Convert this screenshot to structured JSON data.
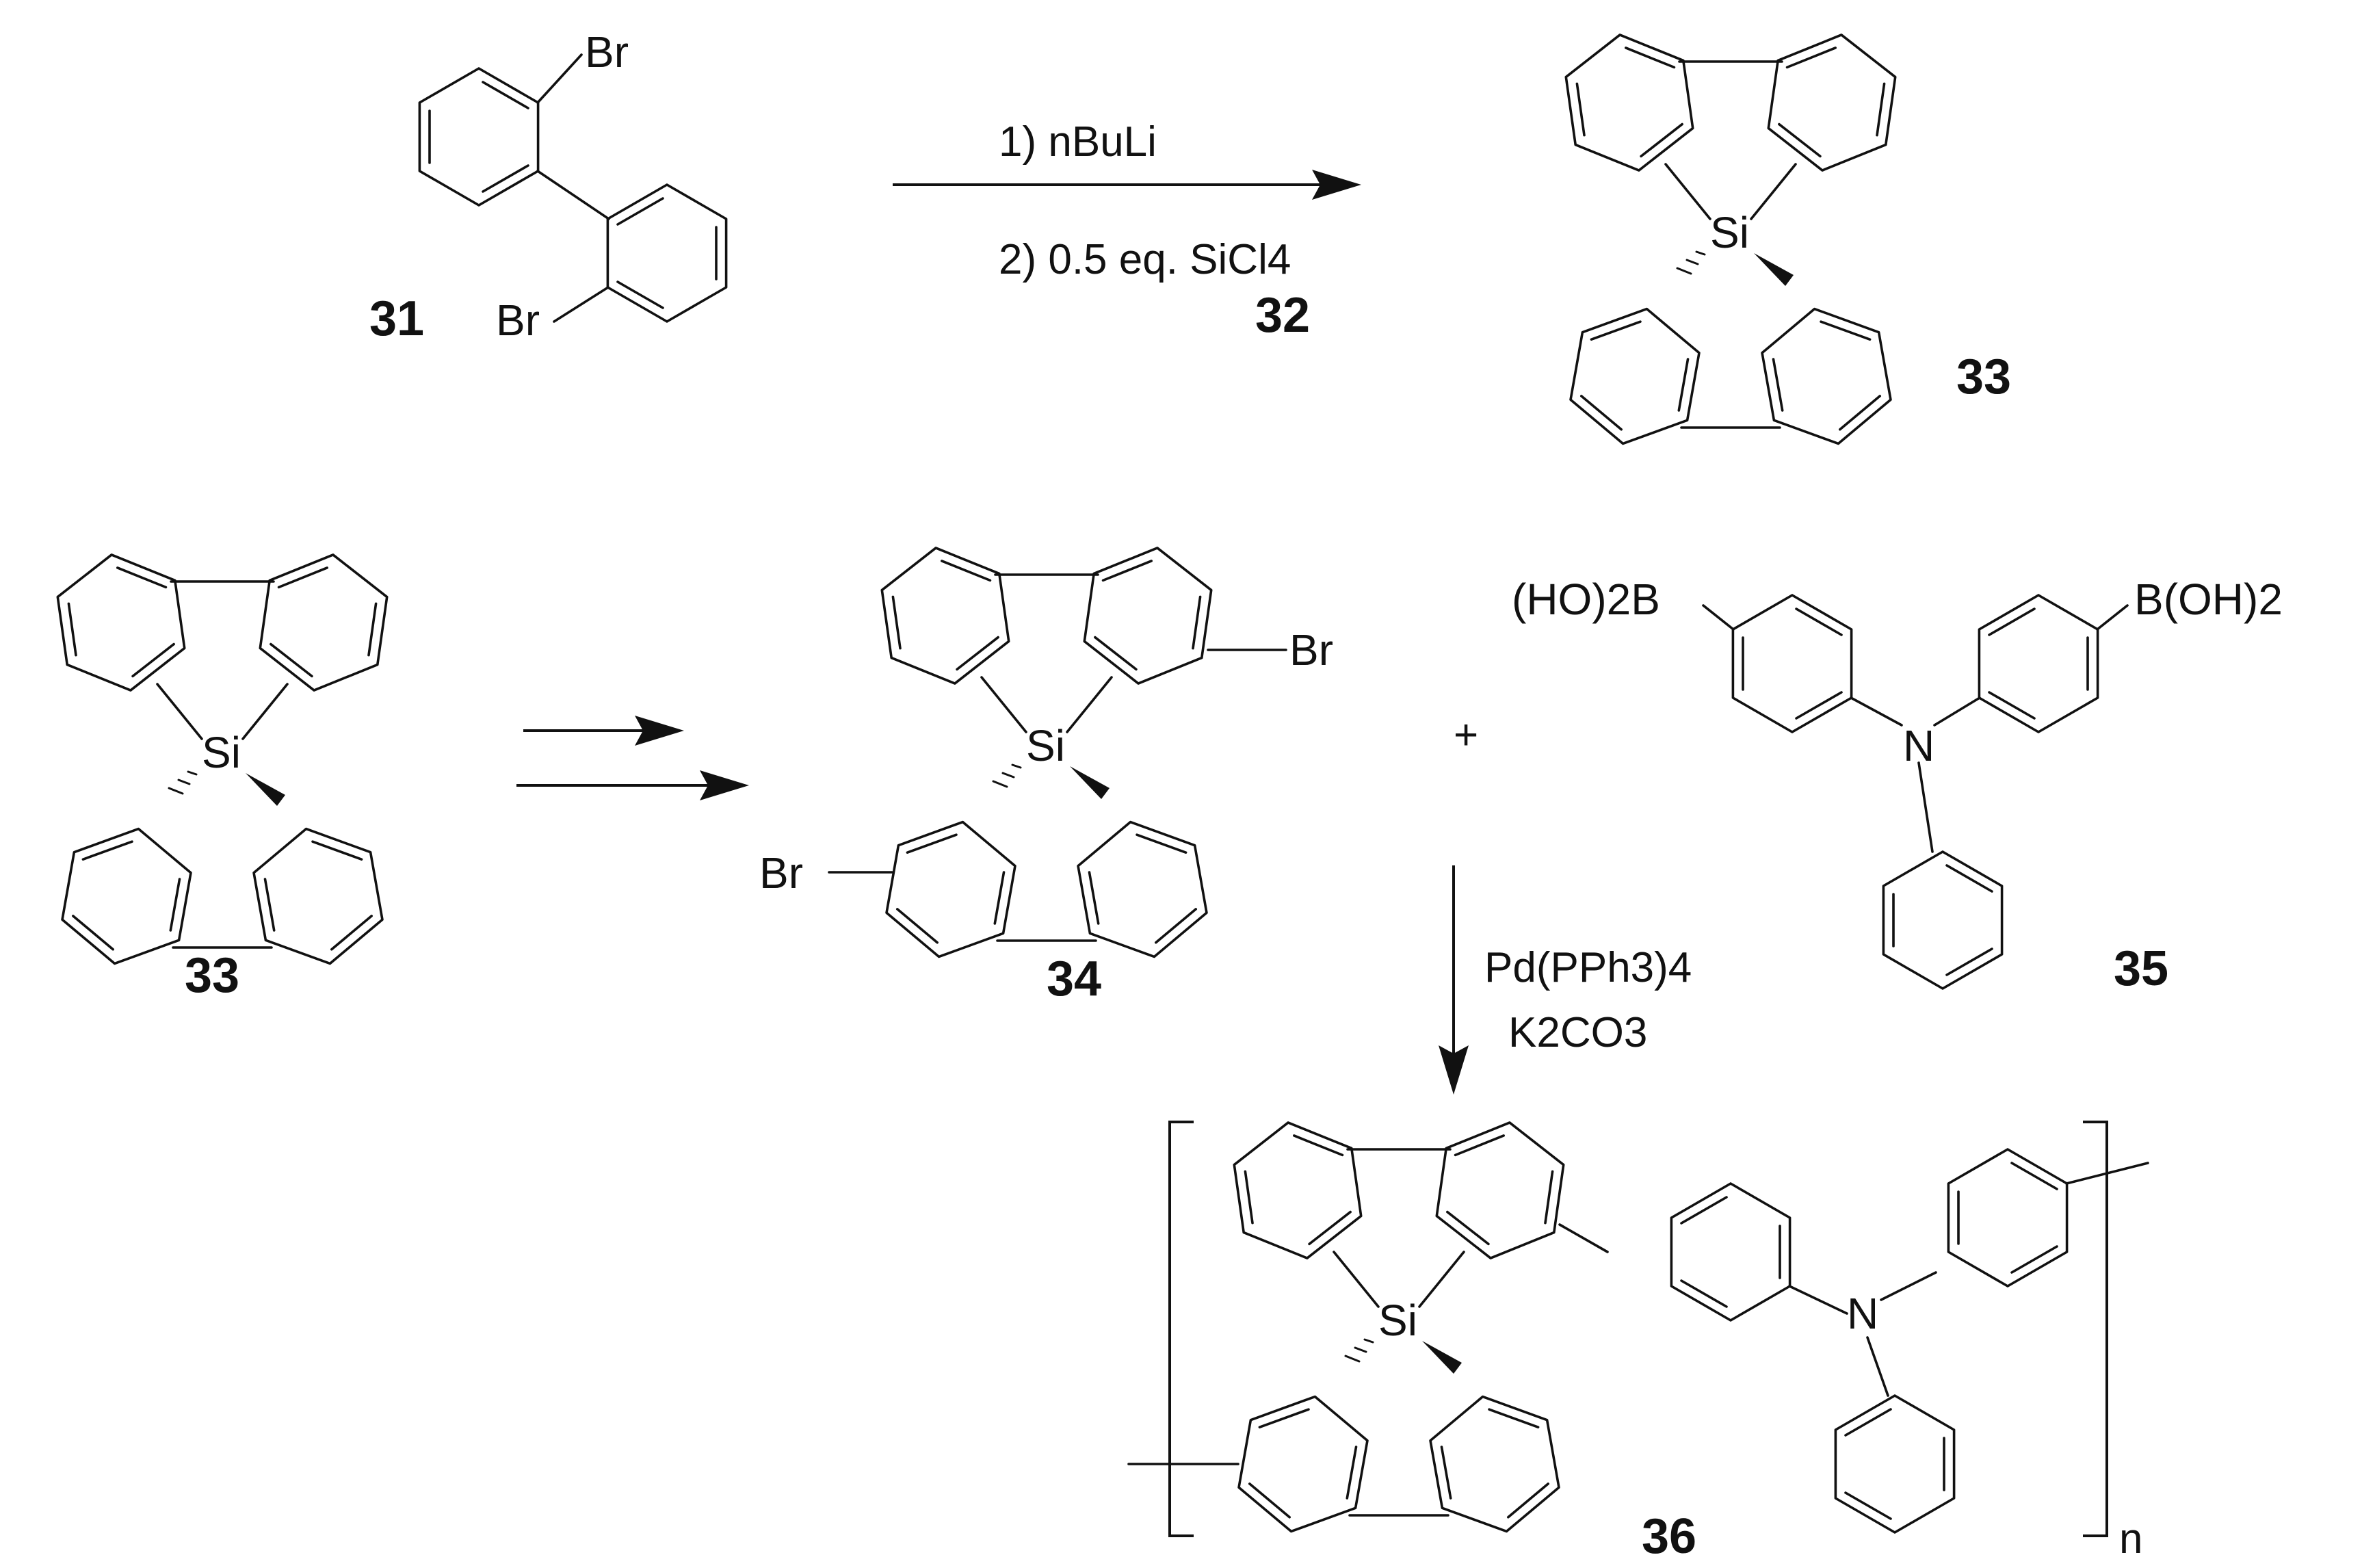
{
  "atoms": {
    "br": "Br",
    "si": "Si",
    "n": "N",
    "boronic_left": "(HO)2B",
    "boronic_right": "B(OH)2"
  },
  "compounds": {
    "c31": "31",
    "c32": "32",
    "c33": "33",
    "c34": "34",
    "c35": "35",
    "c36": "36"
  },
  "conditions": {
    "step1": "1) nBuLi",
    "step2": "2) 0.5 eq. SiCl4",
    "catalyst": "Pd(PPh3)4",
    "base": "K2CO3"
  },
  "symbols": {
    "plus": "+",
    "repeat_n": "n"
  }
}
